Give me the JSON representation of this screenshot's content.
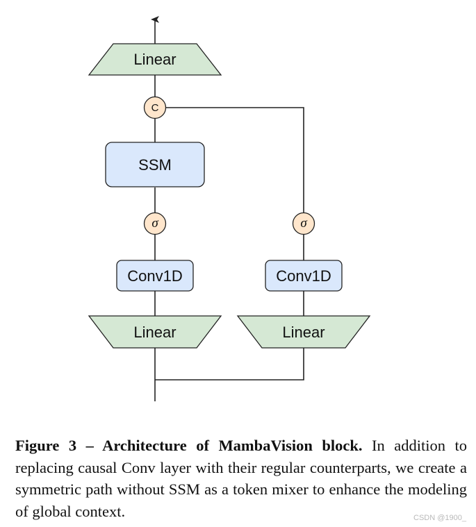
{
  "diagram": {
    "nodes": {
      "linear_top": "Linear",
      "concat": "C",
      "ssm": "SSM",
      "sigma_left": "σ",
      "sigma_right": "σ",
      "conv_left": "Conv1D",
      "conv_right": "Conv1D",
      "linear_left": "Linear",
      "linear_right": "Linear"
    },
    "colors": {
      "linear_fill": "#d5e8d4",
      "block_fill": "#dae8fc",
      "op_fill": "#ffe6cc",
      "stroke": "#222222"
    }
  },
  "caption": {
    "heading": "Figure 3 – Architecture of MambaVision block.",
    "body": " In addition to replacing causal Conv layer with their regular counterparts, we create a symmetric path without SSM as a token mixer to enhance the modeling of global context."
  },
  "watermark": "CSDN @1900_"
}
